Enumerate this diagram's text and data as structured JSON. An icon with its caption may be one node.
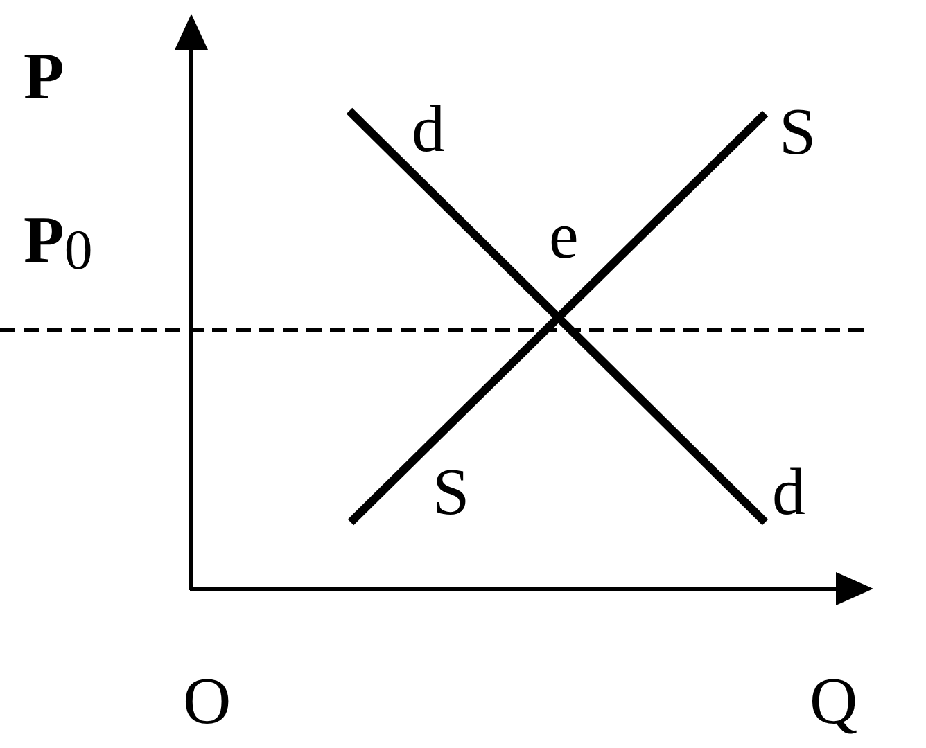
{
  "diagram": {
    "labels": [
      "P",
      "d",
      "S",
      "P$_{0}$",
      "e",
      "S",
      "d",
      "O",
      "Q"
    ]
  }
}
